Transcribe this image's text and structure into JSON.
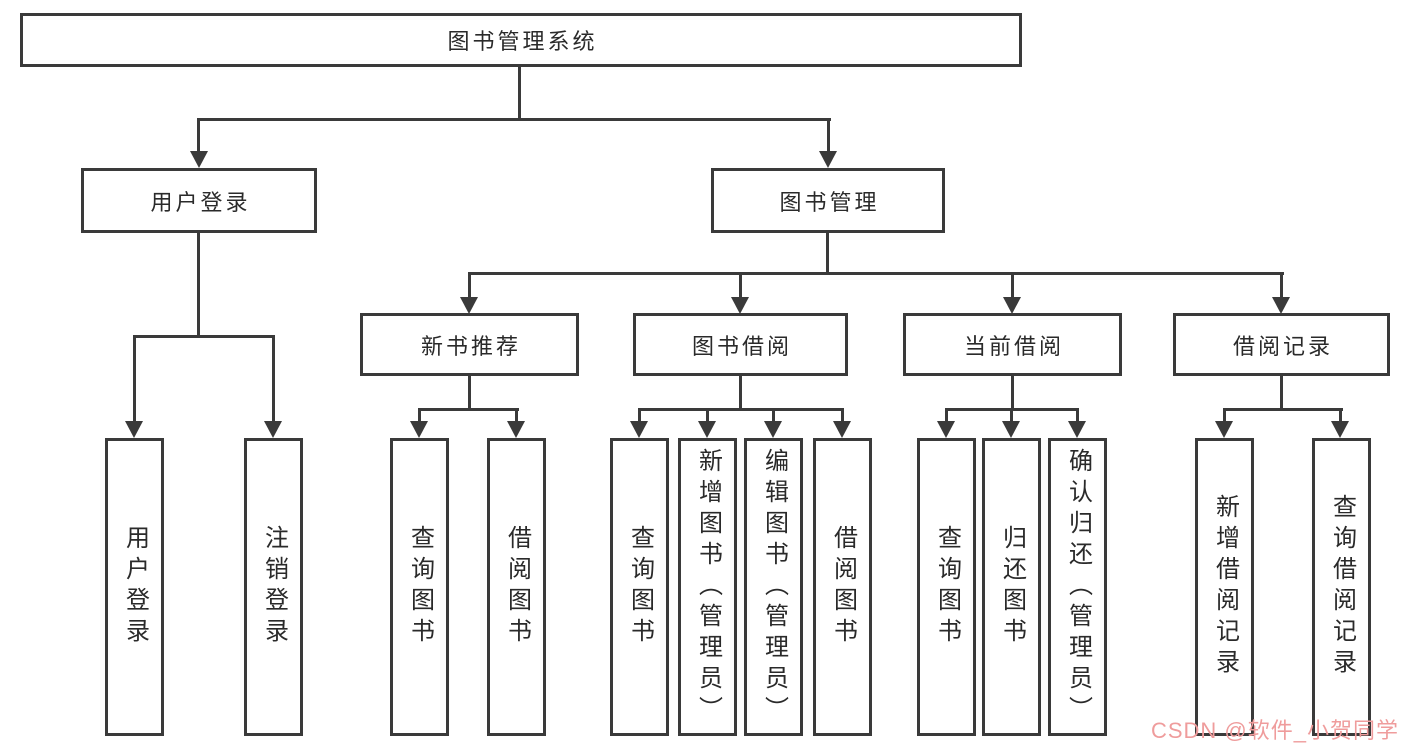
{
  "colors": {
    "line": "#3a3a3a",
    "text": "#2a2a2a",
    "background": "#ffffff",
    "watermark": "#ef9c9c"
  },
  "diagram": {
    "root": {
      "label": "图书管理系统"
    },
    "level2": {
      "user_login": {
        "label": "用户登录"
      },
      "book_mgmt": {
        "label": "图书管理"
      }
    },
    "level3": {
      "new_book": {
        "label": "新书推荐"
      },
      "borrow": {
        "label": "图书借阅"
      },
      "current": {
        "label": "当前借阅"
      },
      "records": {
        "label": "借阅记录"
      }
    },
    "leaves": {
      "user_login": [
        "用户登录",
        "注销登录"
      ],
      "new_book": [
        "查询图书",
        "借阅图书"
      ],
      "borrow": [
        "查询图书",
        "新增图书（管理员）",
        "编辑图书（管理员）",
        "借阅图书"
      ],
      "current": [
        "查询图书",
        "归还图书",
        "确认归还（管理员）"
      ],
      "records": [
        "新增借阅记录",
        "查询借阅记录"
      ]
    }
  },
  "watermark": {
    "text": "CSDN @软件_小贺同学"
  }
}
